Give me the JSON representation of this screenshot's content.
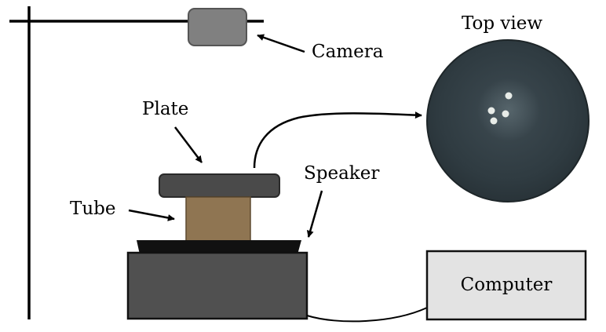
{
  "labels": {
    "camera": "Camera",
    "top_view": "Top view",
    "plate": "Plate",
    "tube": "Tube",
    "speaker": "Speaker",
    "computer": "Computer"
  },
  "colors": {
    "frame": "#000000",
    "camera_body": "#808080",
    "plate": "#4a4a4a",
    "tube": "#8f7552",
    "speaker_cone": "#111111",
    "speaker_box": "#505050",
    "computer_box": "#e3e3e3",
    "top_view_disc": "#2e3a40",
    "particle": "#e8ece8"
  },
  "top_view": {
    "particle_count": 4
  }
}
